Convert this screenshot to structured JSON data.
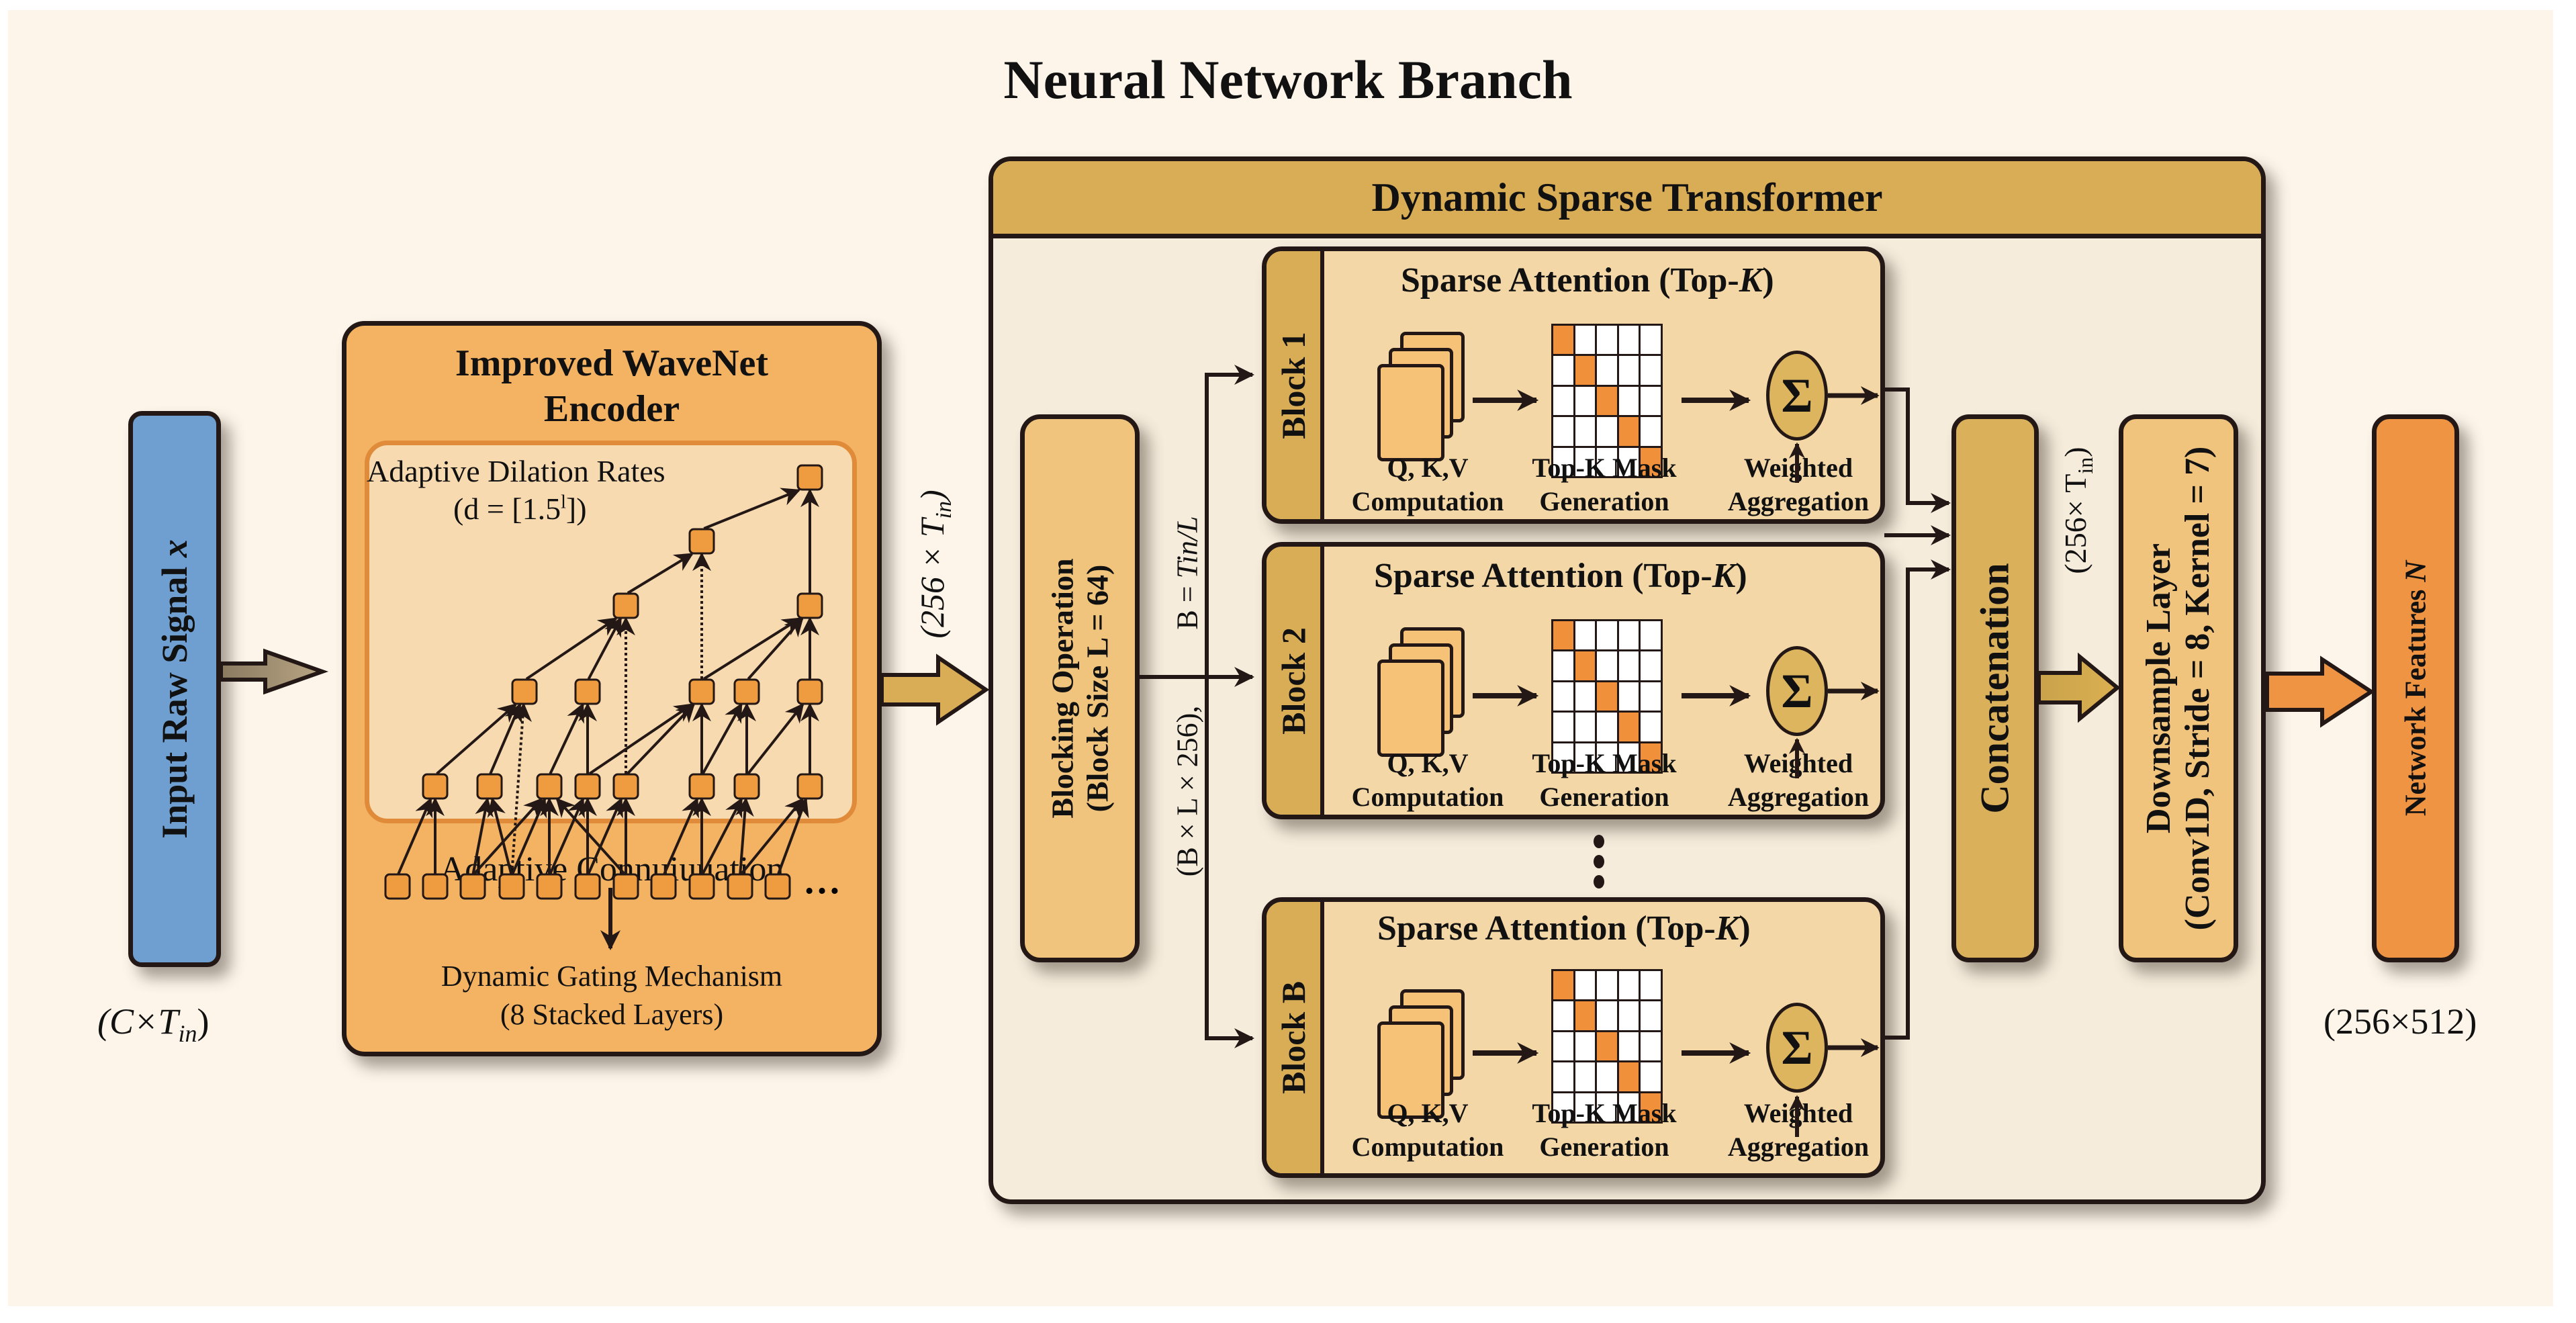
{
  "title": "Neural Network Branch",
  "colors": {
    "background": "#fdf5ea",
    "input_block": "#6f9fd0",
    "encoder_block": "#f3b363",
    "encoder_inner_panel": "#f8dab0",
    "node_fill": "#ef9b40",
    "transformer_header": "#d9ad55",
    "transformer_body": "#f6ecdc",
    "block_body": "#f3d7a6",
    "block_tab": "#d9ad55",
    "blocking_op": "#f0c47c",
    "concatenation": "#dbb05b",
    "downsample": "#f0c47c",
    "network_features": "#ee9442",
    "mask_highlight": "#f0903a",
    "outline": "#231815"
  },
  "input": {
    "label": "Input Raw Signal",
    "symbol": "x",
    "dims_prefix": "(C×T",
    "dims_sub": "in",
    "dims_suffix": ")"
  },
  "encoder": {
    "title_line1": "Improved WaveNet",
    "title_line2": "Encoder",
    "inner_title": "Adaptive Dilation Rates",
    "inner_formula_prefix": "(d = [1.5",
    "inner_formula_sup": "l",
    "inner_formula_suffix": "])",
    "ellipsis": "…",
    "step1": "Adaptive Connuiuuation",
    "step2_line1": "Dynamic Gating Mechanism",
    "step2_line2": "(8 Stacked Layers)"
  },
  "arrow_labels": {
    "encoder_out_prefix": "(256 × T",
    "encoder_out_sub": "in",
    "encoder_out_suffix": ")",
    "blocking_out_a": "(B × L × 256),",
    "blocking_out_b_prefix": "B = ",
    "blocking_out_b_italic": "Tin/L",
    "concat_out_prefix": "(256× T",
    "concat_out_sub": "in",
    "concat_out_suffix": ")",
    "final_dims": "(256×512)"
  },
  "transformer": {
    "title": "Dynamic Sparse Transformer",
    "blocking": {
      "line1": "Blocking Operation",
      "line2": "(Block Size L = 64)"
    },
    "blocks": [
      {
        "tab_label": "Block 1",
        "title_prefix": "Sparse Attention (Top-",
        "title_italic": "K",
        "title_suffix": ")",
        "steps": [
          {
            "line1": "Q, K,V",
            "line2": "Computation"
          },
          {
            "line1": "Top-K Mask",
            "line2": "Generation"
          },
          {
            "line1": "Weighted",
            "line2": "Aggregation"
          }
        ],
        "sigma": "Σ"
      },
      {
        "tab_label": "Block 2",
        "title_prefix": "Sparse Attention (Top-",
        "title_italic": "K",
        "title_suffix": ")",
        "steps": [
          {
            "line1": "Q, K,V",
            "line2": "Computation"
          },
          {
            "line1": "Top-K Mask",
            "line2": "Generation"
          },
          {
            "line1": "Weighted",
            "line2": "Aggregation"
          }
        ],
        "sigma": "Σ"
      },
      {
        "tab_label": "Block B",
        "title_prefix": "Sparse Attention (Top-",
        "title_italic": "K",
        "title_suffix": ")",
        "steps": [
          {
            "line1": "Q, K,V",
            "line2": "Computation"
          },
          {
            "line1": "Top-K Mask",
            "line2": "Generation"
          },
          {
            "line1": "Weighted",
            "line2": "Aggregation"
          }
        ],
        "sigma": "Σ"
      }
    ],
    "ellipsis": "⋮",
    "concatenation": "Concatenation",
    "downsample": {
      "line1": "Downsample Layer",
      "line2": "(Conv1D, Stride = 8, Kernel = 7)"
    }
  },
  "output": {
    "label": "Network Features",
    "symbol": "N"
  }
}
